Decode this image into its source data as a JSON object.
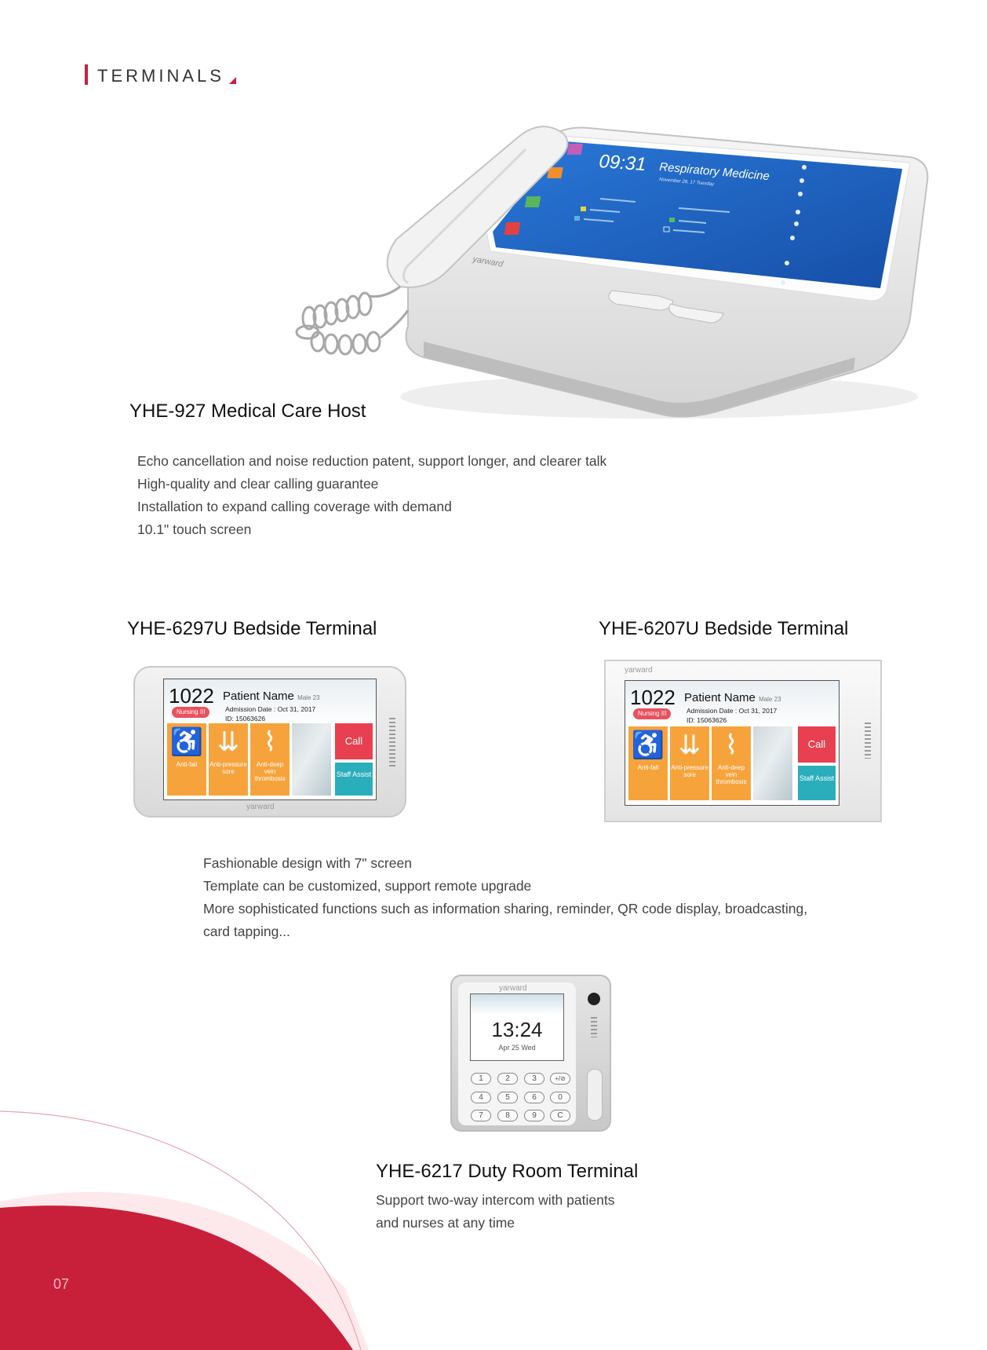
{
  "header": {
    "title": "TERMINALS"
  },
  "host": {
    "title": "YHE-927 Medical Care Host",
    "features": [
      "Echo cancellation and noise reduction patent, support longer, and clearer talk",
      "High-quality and clear calling guarantee",
      "Installation to expand calling coverage with demand",
      "10.1\" touch screen"
    ],
    "screen": {
      "time": "09:31",
      "department": "Respiratory Medicine",
      "date": "November 28, 17   Tuesday",
      "brand": "yarward"
    }
  },
  "bedside": {
    "left_title": "YHE-6297U Bedside Terminal",
    "right_title": "YHE-6207U Bedside Terminal",
    "screen": {
      "room": "1022",
      "patient_name": "Patient Name",
      "patient_meta": "Male 23",
      "admission": "Admission Date :  Oct 31, 2017",
      "id": "ID:  15063626",
      "nursing": "Nursing",
      "nursing_level": "III",
      "tiles": [
        "Anti-fall",
        "Anti-pressure sore",
        "Anti-deep vein thrombosis"
      ],
      "call": "Call",
      "assist": "Staff Assist"
    },
    "brand": "yarward",
    "features": [
      "Fashionable design with 7\" screen",
      "Template can be customized, support remote upgrade",
      "More sophisticated functions such as information sharing, reminder, QR code display, broadcasting,",
      "card tapping..."
    ]
  },
  "duty": {
    "title": "YHE-6217 Duty Room Terminal",
    "features": [
      "Support two-way intercom with patients",
      "and nurses at any time"
    ],
    "brand": "yarward",
    "time": "13:24",
    "date": "Apr 25  Wed",
    "keys": [
      "1",
      "2",
      "3",
      "+/⊘",
      "4",
      "5",
      "6",
      "0",
      "7",
      "8",
      "9",
      "C"
    ]
  },
  "footer": {
    "page": "07"
  },
  "colors": {
    "accent": "#c8203b",
    "tile_orange": "#f7a33c",
    "call_red": "#e84050",
    "assist_teal": "#2aaebb",
    "screen_blue": "#1f63c7"
  }
}
